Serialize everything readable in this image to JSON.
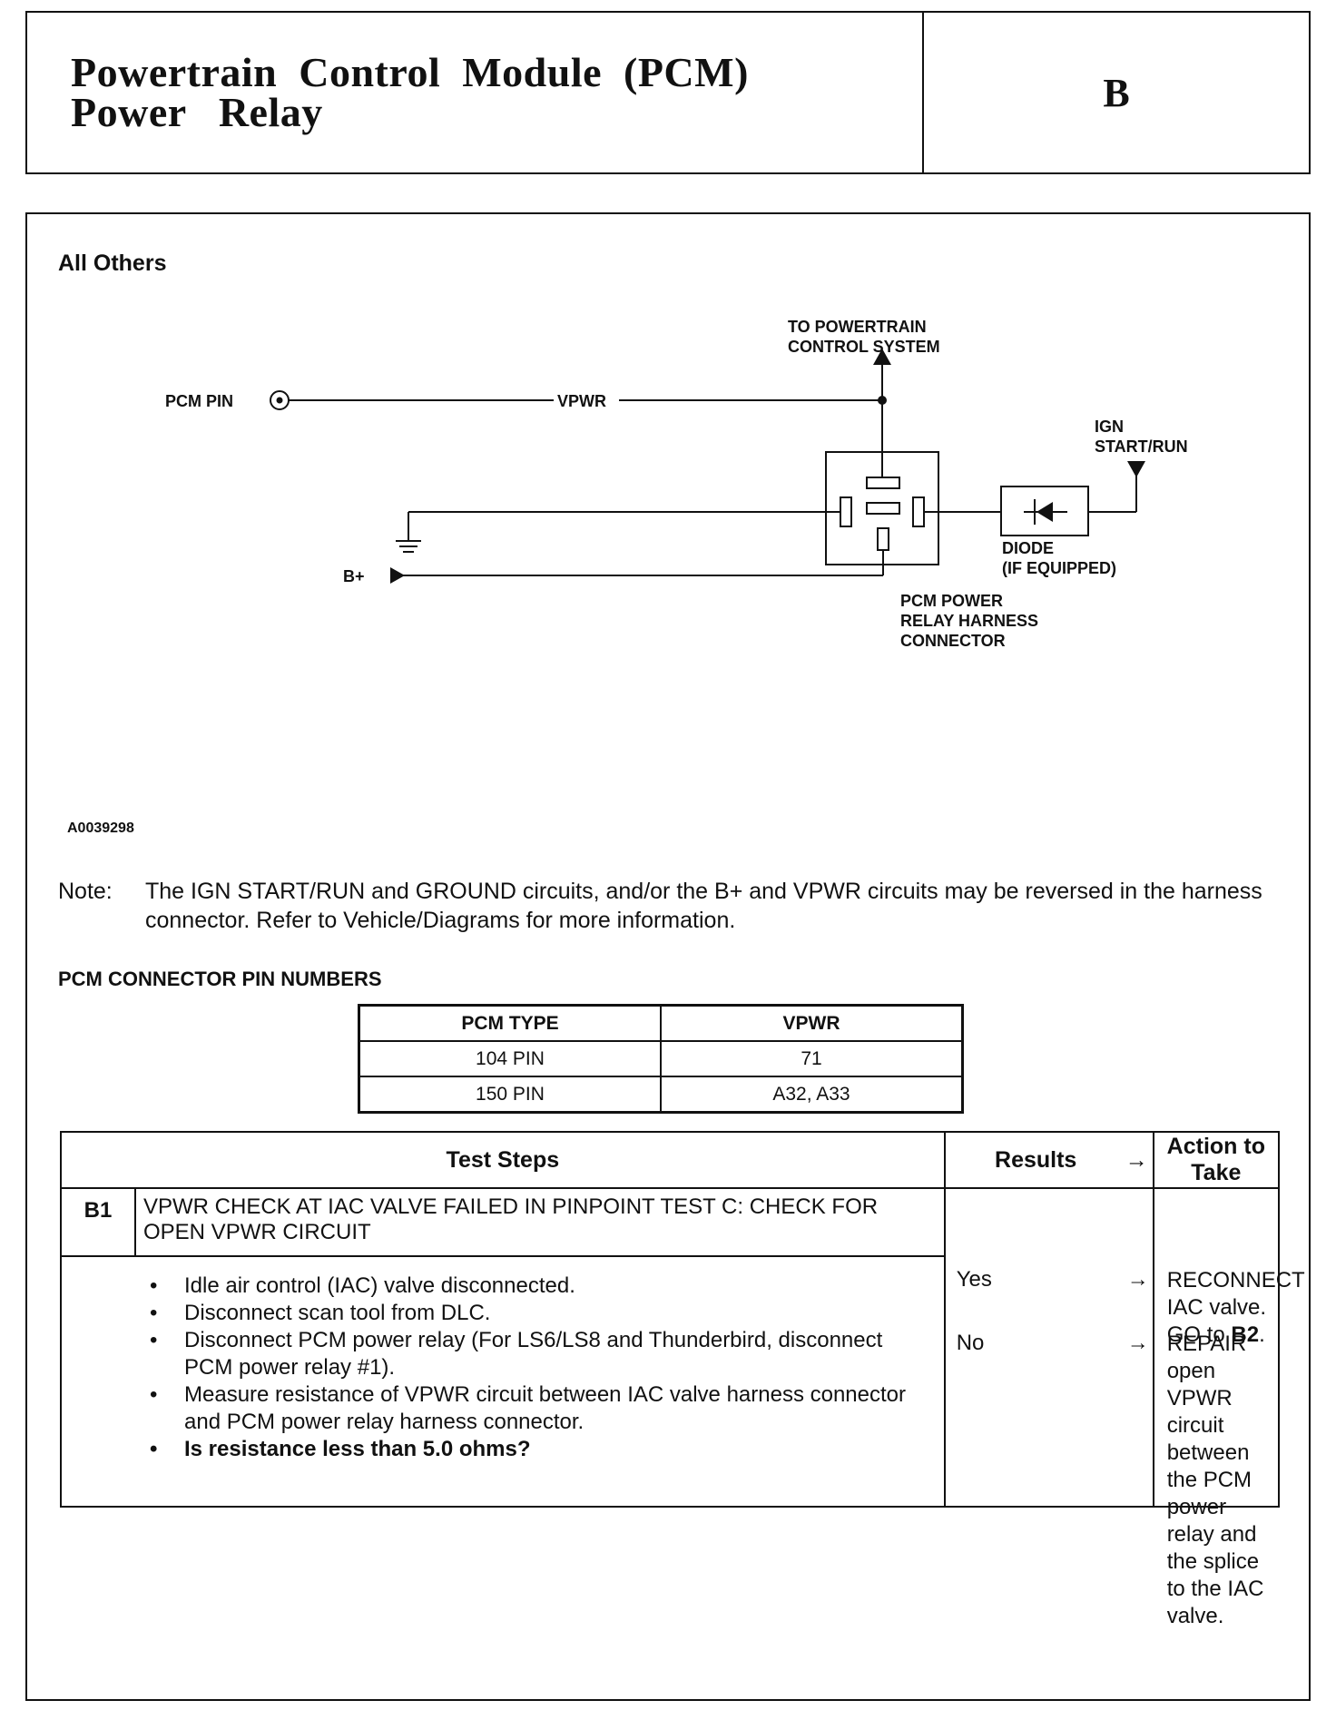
{
  "header": {
    "title_line1": "Powertrain  Control  Module  (PCM)",
    "title_line2": "Power   Relay",
    "section": "B"
  },
  "panel": {
    "subhead": "All Others",
    "diagram": {
      "to_pcs_1": "TO POWERTRAIN",
      "to_pcs_2": "CONTROL SYSTEM",
      "pcm_pin": "PCM PIN",
      "vpwr": "VPWR",
      "ign_1": "IGN",
      "ign_2": "START/RUN",
      "diode_1": "DIODE",
      "diode_2": "(IF EQUIPPED)",
      "bplus": "B+",
      "conn_1": "PCM POWER",
      "conn_2": "RELAY HARNESS",
      "conn_3": "CONNECTOR",
      "fig_id": "A0039298"
    },
    "note_label": "Note:",
    "note_text": "The IGN START/RUN and GROUND circuits, and/or the B+ and VPWR circuits may be reversed in the harness connector. Refer to Vehicle/Diagrams for more information.",
    "pin_heading": "PCM CONNECTOR PIN NUMBERS",
    "pin_table": {
      "headers": [
        "PCM TYPE",
        "VPWR"
      ],
      "rows": [
        [
          "104 PIN",
          "71"
        ],
        [
          "150 PIN",
          "A32, A33"
        ]
      ]
    },
    "steps_table": {
      "headers": {
        "steps": "Test Steps",
        "results": "Results",
        "arrow": "→",
        "action": "Action to Take"
      },
      "step_id": "B1",
      "step_title": "VPWR CHECK AT IAC VALVE FAILED IN PINPOINT TEST C: CHECK FOR OPEN VPWR CIRCUIT",
      "bullets": [
        "Idle air control (IAC) valve disconnected.",
        "Disconnect scan tool from DLC.",
        "Disconnect PCM power relay (For LS6/LS8 and Thunderbird, disconnect PCM power relay #1).",
        "Measure resistance of VPWR circuit between IAC valve harness connector and PCM power relay harness connector.",
        "Is resistance less than 5.0 ohms?"
      ],
      "results": [
        {
          "label": "Yes",
          "arrow": "→",
          "action": "RECONNECT IAC valve. GO to",
          "action_bold": "B2",
          "action_tail": "."
        },
        {
          "label": "No",
          "arrow": "→",
          "action": "REPAIR open VPWR circuit between the PCM power relay and the splice to the IAC valve."
        }
      ]
    }
  }
}
